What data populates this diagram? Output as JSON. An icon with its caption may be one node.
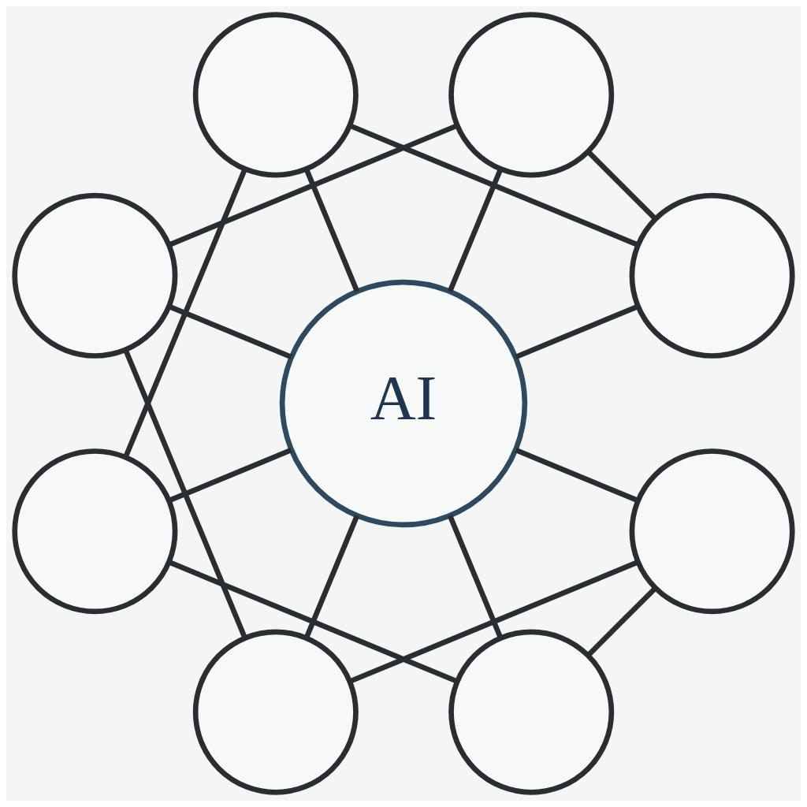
{
  "diagram": {
    "nodes": [
      {
        "text": [],
        "shape": "circle"
      },
      {
        "text": [],
        "shape": "circle"
      },
      {
        "text": [],
        "shape": "circle"
      },
      {
        "text": [],
        "shape": "circle"
      },
      {
        "text": [
          "AI"
        ]
      },
      {
        "text": [],
        "shape": "circle"
      },
      {
        "text": [],
        "shape": "circle"
      },
      {
        "text": [],
        "shape": "circle"
      },
      {
        "text": [],
        "shape": "circle"
      }
    ],
    "edges": [
      {
        "from": 4,
        "to": 0,
        "arrow": "none"
      },
      {
        "from": 4,
        "to": 2,
        "arrow": "none"
      },
      {
        "from": 4,
        "to": 5,
        "arrow": "none"
      },
      {
        "from": 4,
        "to": 7,
        "arrow": "none"
      },
      {
        "from": 4,
        "to": 8,
        "arrow": "none"
      },
      {
        "from": 4,
        "to": 6,
        "arrow": "none"
      },
      {
        "from": 4,
        "to": 3,
        "arrow": "none"
      },
      {
        "from": 4,
        "to": 1,
        "arrow": "none"
      },
      {
        "from": 0,
        "to": 2,
        "arrow": "none"
      },
      {
        "from": 2,
        "to": 5,
        "arrow": "none"
      },
      {
        "from": 5,
        "to": 7,
        "arrow": "none"
      },
      {
        "from": 7,
        "to": 8,
        "arrow": "none"
      },
      {
        "from": 8,
        "to": 6,
        "arrow": "none"
      },
      {
        "from": 6,
        "to": 3,
        "arrow": "none"
      },
      {
        "from": 3,
        "to": 1,
        "arrow": "none"
      },
      {
        "from": 1,
        "to": 0,
        "arrow": "none"
      }
    ]
  }
}
